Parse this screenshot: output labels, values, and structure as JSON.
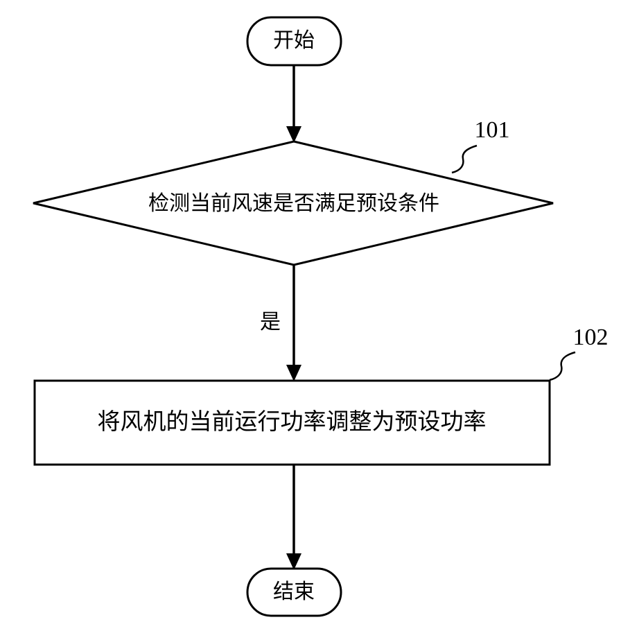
{
  "nodes": {
    "start": {
      "label": "开始"
    },
    "check": {
      "label": "检测当前风速是否满足预设条件",
      "ref": "101"
    },
    "adjust": {
      "label": "将风机的当前运行功率调整为预设功率",
      "ref": "102"
    },
    "end": {
      "label": "结束"
    }
  },
  "edges": {
    "yes_label": "是"
  }
}
